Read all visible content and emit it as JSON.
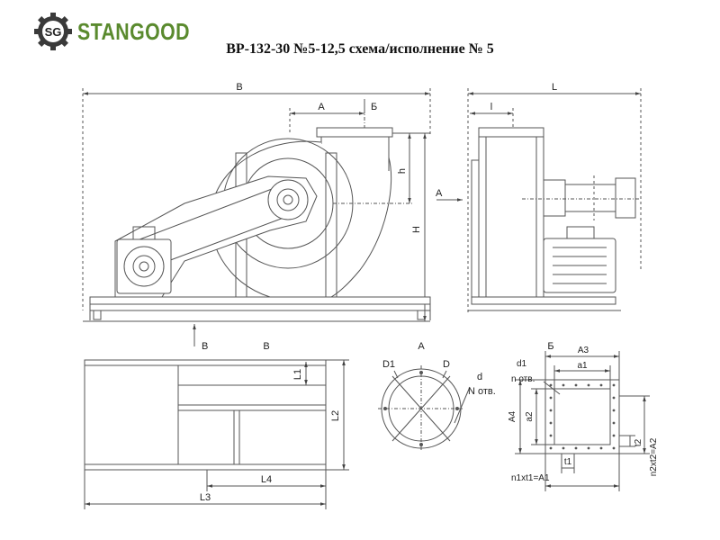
{
  "brand": {
    "initials": "SG",
    "name": "STANGOOD"
  },
  "title": "ВР-132-30 №5-12,5 схема/исполнение № 5",
  "side_view": {
    "dim_B": "B",
    "dim_A": "A",
    "dim_h": "h",
    "dim_H": "H",
    "label_B_arrow": "Б",
    "view_arrow_A": "А",
    "view_arrow_V": "В"
  },
  "front_view": {
    "dim_L": "L",
    "dim_l": "l"
  },
  "view_V": {
    "title": "В",
    "dim_L1": "L1",
    "dim_L2": "L2",
    "dim_L3": "L3",
    "dim_L4": "L4"
  },
  "view_A": {
    "title": "А",
    "D1": "D1",
    "D": "D",
    "d": "d",
    "N": "N отв."
  },
  "view_B": {
    "title": "Б",
    "A3": "A3",
    "a1": "a1",
    "d1": "d1",
    "n": "n отв.",
    "A4": "A4",
    "a2": "a2",
    "t1": "t1",
    "t2": "t2",
    "n1": "n1xt1=A1",
    "n2": "n2xt2=A2"
  }
}
